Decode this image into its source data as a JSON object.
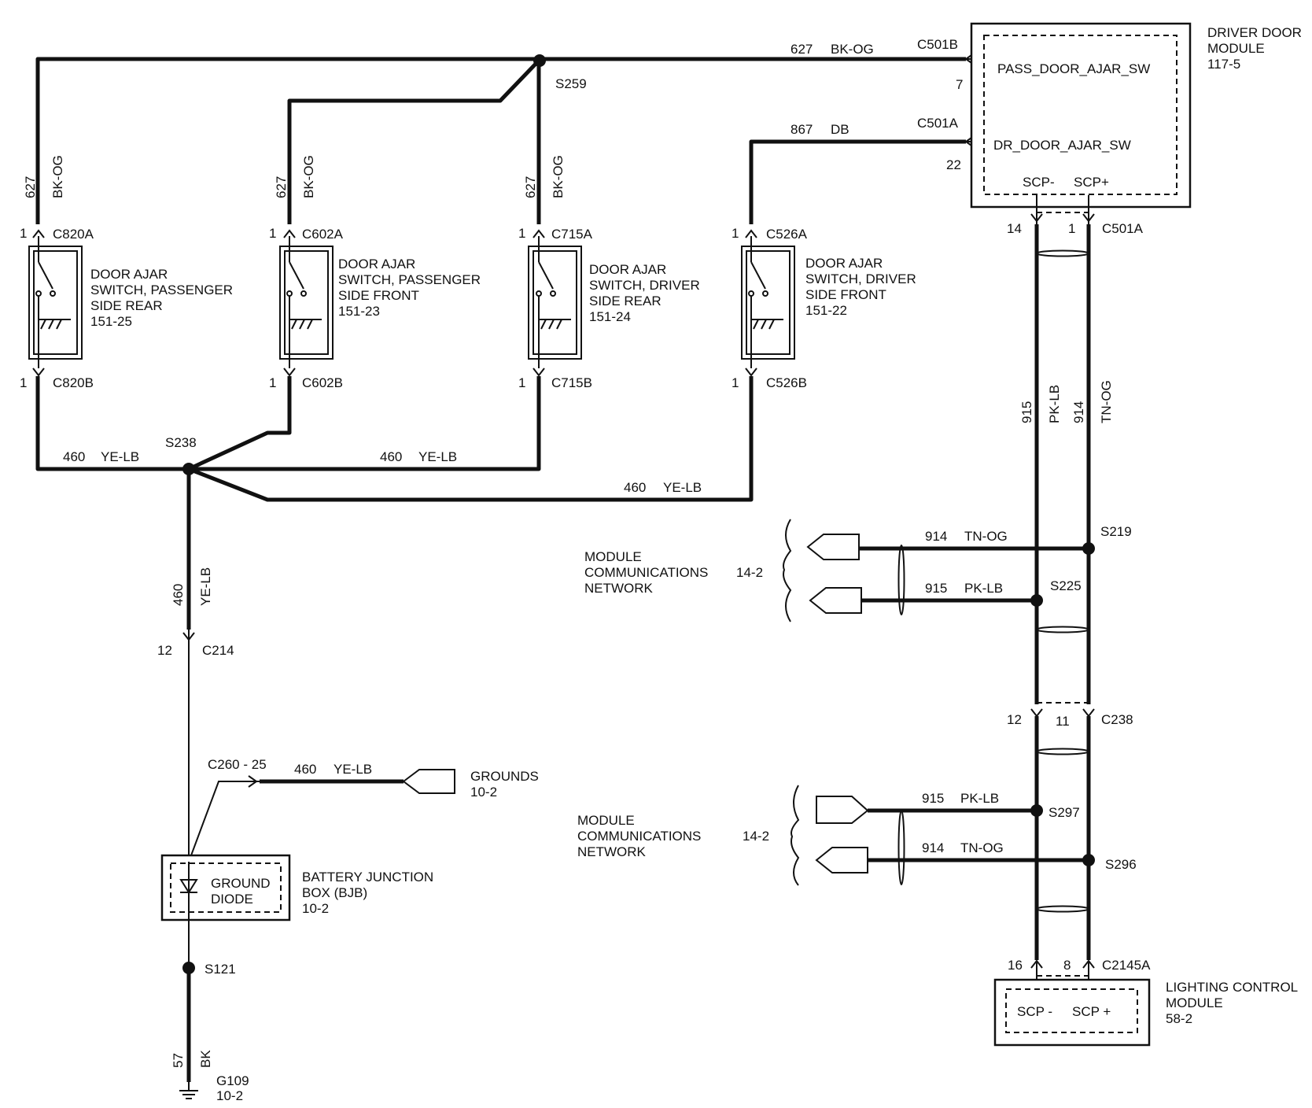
{
  "driver_door_module": {
    "title_1": "DRIVER DOOR",
    "title_2": "MODULE",
    "ref": "117-5",
    "pin_pass": "PASS_DOOR_AJAR_SW",
    "pin_dr": "DR_DOOR_AJAR_SW",
    "scp_minus": "SCP-",
    "scp_plus": "SCP+"
  },
  "connectors": {
    "c501b": "C501B",
    "c501b_pin": "7",
    "c501a_top": "C501A",
    "c501a_top_pin": "22",
    "c501a_bottom": "C501A",
    "c501a_pin_14": "14",
    "c501a_pin_1": "1",
    "c820a": "C820A",
    "c820b": "C820B",
    "c602a": "C602A",
    "c602b": "C602B",
    "c715a": "C715A",
    "c715b": "C715B",
    "c526a": "C526A",
    "c526b": "C526B",
    "pin_1": "1",
    "c214": "C214",
    "c214_pin": "12",
    "c260": "C260  -  25",
    "c238": "C238",
    "c238_pin_12": "12",
    "c238_pin_11": "11",
    "c2145a": "C2145A",
    "c2145a_pin_16": "16",
    "c2145a_pin_8": "8"
  },
  "wires": {
    "w627": "627",
    "bk_og": "BK-OG",
    "w867": "867",
    "db": "DB",
    "w460": "460",
    "ye_lb": "YE-LB",
    "w915": "915",
    "pk_lb": "PK-LB",
    "w914": "914",
    "tn_og": "TN-OG",
    "w57": "57",
    "bk": "BK"
  },
  "splices": {
    "s259": "S259",
    "s238": "S238",
    "s219": "S219",
    "s225": "S225",
    "s297": "S297",
    "s296": "S296",
    "s121": "S121"
  },
  "switches": [
    {
      "line1": "DOOR AJAR",
      "line2": "SWITCH, PASSENGER",
      "line3": "SIDE REAR",
      "ref": "151-25"
    },
    {
      "line1": "DOOR AJAR",
      "line2": "SWITCH, PASSENGER",
      "line3": "SIDE FRONT",
      "ref": "151-23"
    },
    {
      "line1": "DOOR AJAR",
      "line2": "SWITCH, DRIVER",
      "line3": "SIDE REAR",
      "ref": "151-24"
    },
    {
      "line1": "DOOR AJAR",
      "line2": "SWITCH, DRIVER",
      "line3": "SIDE FRONT",
      "ref": "151-22"
    }
  ],
  "network": {
    "line1": "MODULE",
    "line2": "COMMUNICATIONS",
    "line3": "NETWORK",
    "ref": "14-2"
  },
  "grounds": {
    "label": "GROUNDS",
    "ref": "10-2"
  },
  "bjb": {
    "inner1": "GROUND",
    "inner2": "DIODE",
    "line1": "BATTERY  JUNCTION",
    "line2": "BOX (BJB)",
    "ref": "10-2"
  },
  "g109": {
    "label": "G109",
    "ref": "10-2"
  },
  "lcm": {
    "line1": "LIGHTING  CONTROL",
    "line2": "MODULE",
    "ref": "58-2",
    "scp_minus": "SCP -",
    "scp_plus": "SCP +"
  }
}
